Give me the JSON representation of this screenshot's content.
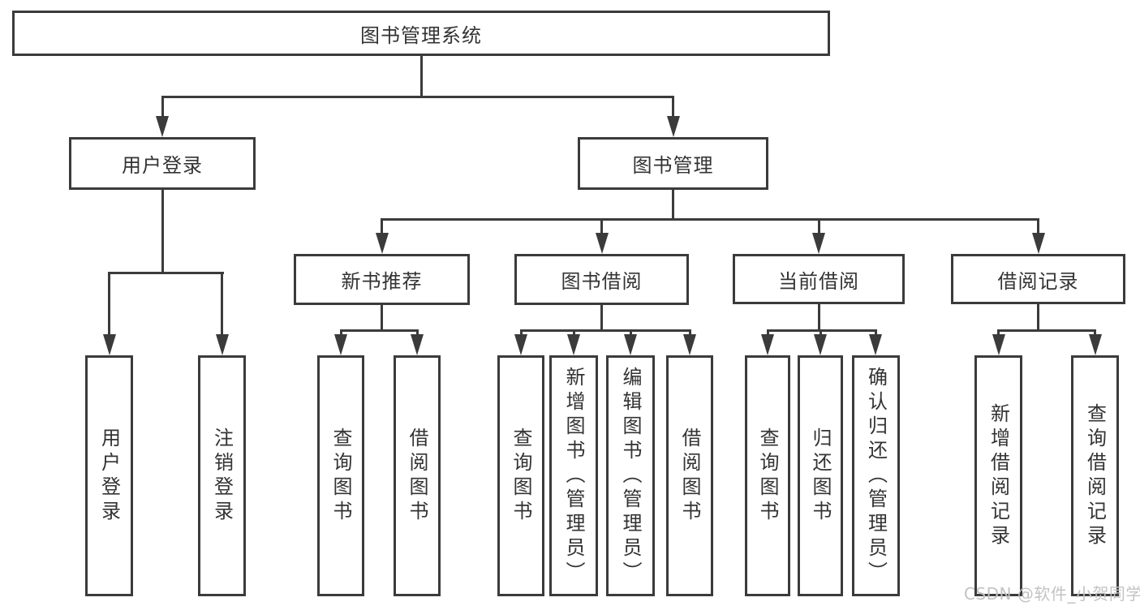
{
  "diagram": {
    "title": "图书管理系统",
    "root": {
      "label": "图书管理系统"
    },
    "branches": [
      {
        "label": "用户登录",
        "children": [
          {
            "label": "用户登录"
          },
          {
            "label": "注销登录"
          }
        ]
      },
      {
        "label": "图书管理",
        "children": [
          {
            "label": "新书推荐",
            "children": [
              {
                "label": "查询图书"
              },
              {
                "label": "借阅图书"
              }
            ]
          },
          {
            "label": "图书借阅",
            "children": [
              {
                "label": "查询图书"
              },
              {
                "label": "新增图书（管理员）"
              },
              {
                "label": "编辑图书（管理员）"
              },
              {
                "label": "借阅图书"
              }
            ]
          },
          {
            "label": "当前借阅",
            "children": [
              {
                "label": "查询图书"
              },
              {
                "label": "归还图书"
              },
              {
                "label": "确认归还（管理员）"
              }
            ]
          },
          {
            "label": "借阅记录",
            "children": [
              {
                "label": "新增借阅记录"
              },
              {
                "label": "查询借阅记录"
              }
            ]
          }
        ]
      }
    ]
  },
  "watermark": {
    "text": "CSDN @软件_小贺同学"
  },
  "colors": {
    "line": "#3b3b3b",
    "text": "#333333",
    "box_fill": "#ffffff",
    "background": "#ffffff",
    "watermark": "#c3c3c3"
  }
}
